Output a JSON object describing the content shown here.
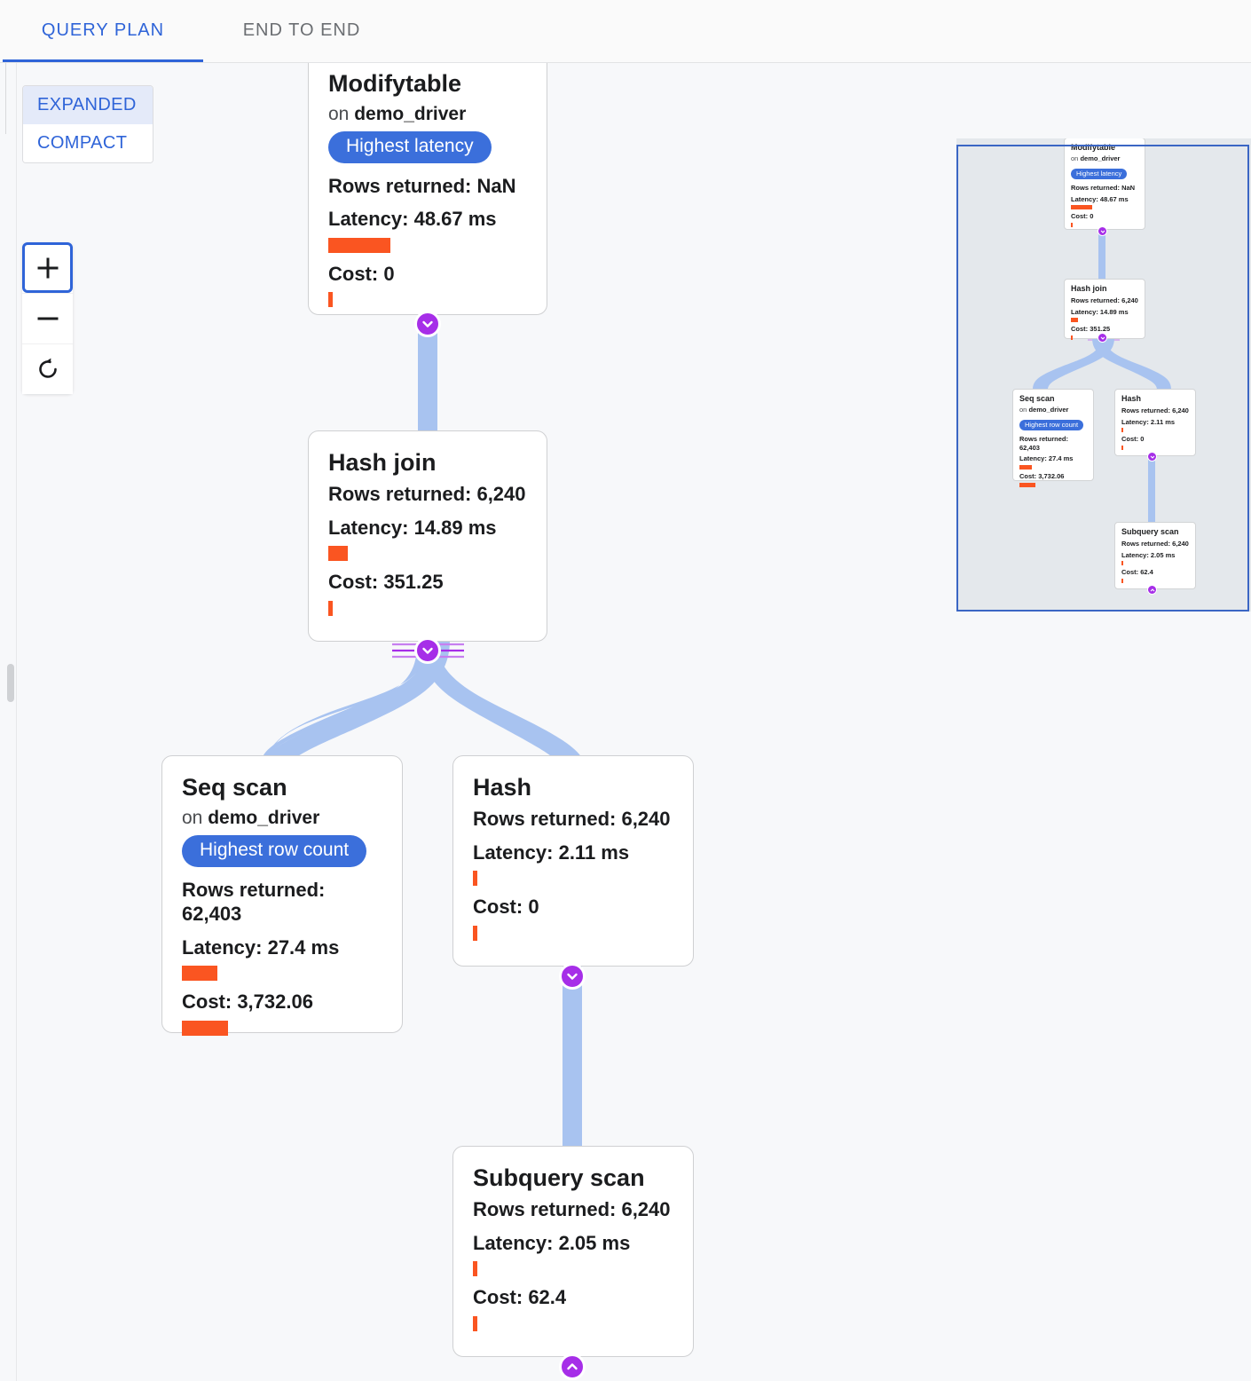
{
  "tabs": [
    {
      "id": "query-plan",
      "label": "QUERY PLAN",
      "active": true
    },
    {
      "id": "end-to-end",
      "label": "END TO END",
      "active": false
    }
  ],
  "view_mode": {
    "options": [
      {
        "id": "expanded",
        "label": "EXPANDED",
        "selected": true
      },
      {
        "id": "compact",
        "label": "COMPACT",
        "selected": false
      }
    ]
  },
  "zoom_controls": {
    "zoom_in": {
      "label": "+",
      "icon": "plus-icon",
      "focused": true
    },
    "zoom_out": {
      "label": "−",
      "icon": "minus-icon"
    },
    "reset": {
      "label": "",
      "icon": "reset-icon"
    }
  },
  "colors": {
    "accent_blue": "#2f64d8",
    "badge_blue": "#3b6fdb",
    "bar_orange": "#fa5521",
    "edge_blue": "#a8c3f0",
    "toggle_purple": "#a62ee8",
    "minimap_bg": "#e4e8ec",
    "minimap_border": "#3b66c4",
    "canvas_bg": "#f7f8fa"
  },
  "labels": {
    "on_prefix": "on",
    "rows_returned": "Rows returned:",
    "latency": "Latency:",
    "cost": "Cost:"
  },
  "nodes": [
    {
      "id": "modifytable",
      "title": "Modifytable",
      "relation": "demo_driver",
      "badge": "Highest latency",
      "rows_returned": "Rows returned: NaN",
      "latency": "Latency: 48.67 ms",
      "latency_bar_width": 70,
      "cost": "Cost: 0",
      "cost_bar_width": 5,
      "toggle": "chevron-down-icon"
    },
    {
      "id": "hash-join",
      "title": "Hash join",
      "relation": null,
      "badge": null,
      "rows_returned": "Rows returned: 6,240",
      "latency": "Latency: 14.89 ms",
      "latency_bar_width": 22,
      "cost": "Cost: 351.25",
      "cost_bar_width": 5,
      "toggle": "chevron-down-icon"
    },
    {
      "id": "seq-scan",
      "title": "Seq scan",
      "relation": "demo_driver",
      "badge": "Highest row count",
      "rows_returned": "Rows returned: 62,403",
      "latency": "Latency: 27.4 ms",
      "latency_bar_width": 40,
      "cost": "Cost: 3,732.06",
      "cost_bar_width": 52,
      "toggle": null
    },
    {
      "id": "hash",
      "title": "Hash",
      "relation": null,
      "badge": null,
      "rows_returned": "Rows returned: 6,240",
      "latency": "Latency: 2.11 ms",
      "latency_bar_width": 5,
      "cost": "Cost: 0",
      "cost_bar_width": 5,
      "toggle": "chevron-down-icon"
    },
    {
      "id": "subquery-scan",
      "title": "Subquery scan",
      "relation": null,
      "badge": null,
      "rows_returned": "Rows returned: 6,240",
      "latency": "Latency: 2.05 ms",
      "latency_bar_width": 5,
      "cost": "Cost: 62.4",
      "cost_bar_width": 5,
      "toggle": "chevron-up-icon"
    }
  ],
  "minimap": {
    "name": "minimap-panel",
    "viewport_visible": true
  }
}
